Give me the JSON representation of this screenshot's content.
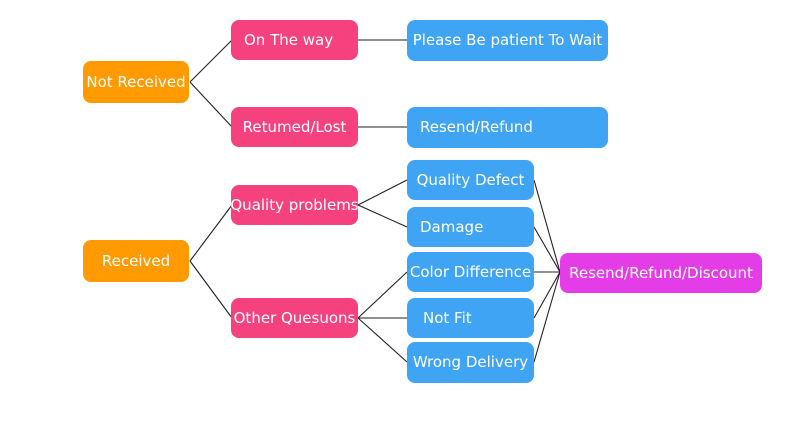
{
  "diagram": {
    "colors": {
      "root": "#ff9a00",
      "category": "#f5427f",
      "action": "#3fa4f4",
      "result": "#e43de8",
      "connector": "#222222"
    },
    "roots": {
      "not_received": "Not Received",
      "received": "Received"
    },
    "categories": {
      "on_the_way": "On The way",
      "returned_lost": "Retumed/Lost",
      "quality_problems": "Quality problems",
      "other_questions": "Other Quesuons"
    },
    "actions": {
      "please_wait": "Please Be patient To Wait",
      "resend_refund": "Resend/Refund",
      "quality_defect": "Quality Defect",
      "damage": "Damage",
      "color_difference": "Color Difference",
      "not_fit": "Not Fit",
      "wrong_delivery": "Wrong Delivery"
    },
    "result": "Resend/Refund/Discount"
  }
}
